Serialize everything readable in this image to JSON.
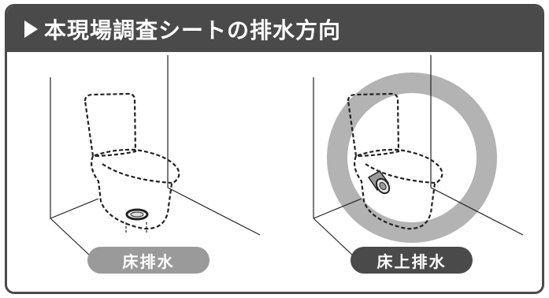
{
  "title": "本現場調査シートの排水方向",
  "options": [
    {
      "label": "床排水",
      "selected": false
    },
    {
      "label": "床上排水",
      "selected": true
    }
  ],
  "colors": {
    "header_bg": "#4a4a4a",
    "label_unselected": "#9a9a9a",
    "label_selected": "#4a4a4a",
    "highlight_ring": "#b3b3b3"
  }
}
